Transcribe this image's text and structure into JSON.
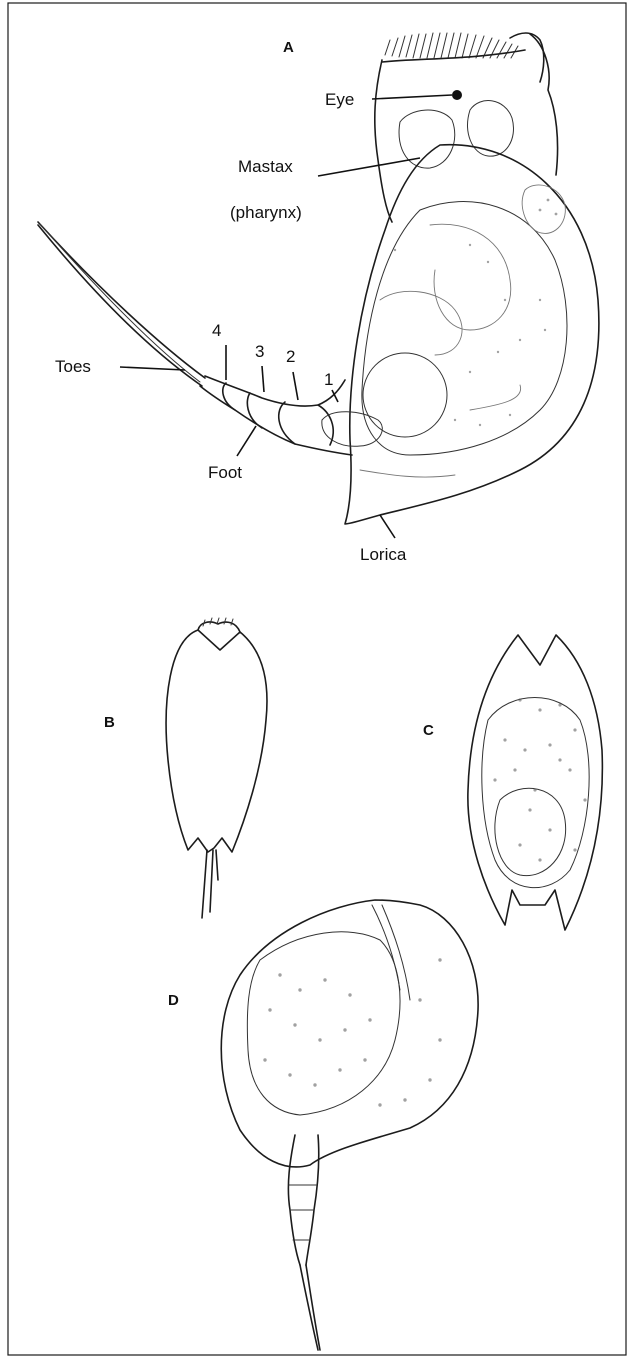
{
  "panels": {
    "a": {
      "letter": "A",
      "labels": {
        "eye": "Eye",
        "mastax": "Mastax",
        "pharynx": "(pharynx)",
        "toes": "Toes",
        "foot": "Foot",
        "lorica": "Lorica",
        "seg4": "4",
        "seg3": "3",
        "seg2": "2",
        "seg1": "1"
      }
    },
    "b": {
      "letter": "B"
    },
    "c": {
      "letter": "C"
    },
    "d": {
      "letter": "D"
    }
  },
  "colors": {
    "ink": "#1c1c1c",
    "background": "#ffffff"
  }
}
